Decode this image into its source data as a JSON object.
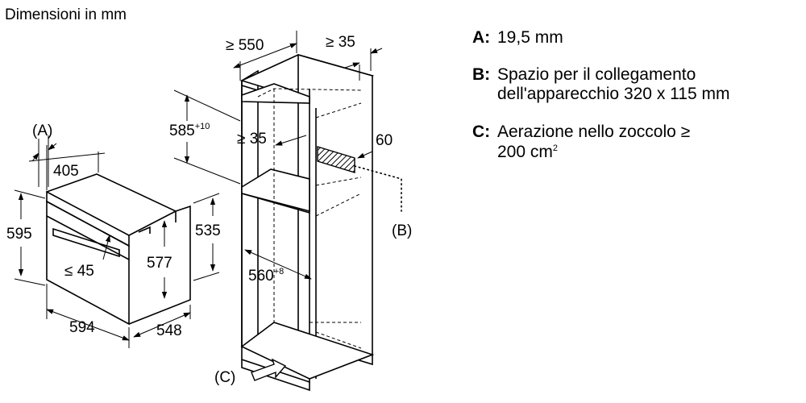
{
  "header": "Dimensioni in mm",
  "dimensions": {
    "oven_a": "(A)",
    "oven_405": "405",
    "oven_595": "595",
    "oven_le45": "≤ 45",
    "oven_577": "577",
    "oven_535": "535",
    "oven_594": "594",
    "oven_548": "548",
    "cab_ge550": "≥ 550",
    "cab_ge35_top": "≥ 35",
    "cab_585": "585",
    "cab_585_sup": "+10",
    "cab_ge35_mid": "≥ 35",
    "cab_60": "60",
    "cab_b": "(B)",
    "cab_560": "560",
    "cab_560_sup": "+8",
    "cab_c": "(C)"
  },
  "legend": {
    "a_key": "A:",
    "a_text": "19,5 mm",
    "b_key": "B:",
    "b_line1": "Spazio per il collegamento",
    "b_line2": "dell'apparecchio 320 x 115 mm",
    "c_key": "C:",
    "c_line1": "Aerazione nello zoccolo ≥",
    "c_line2": "200 cm",
    "c_line2_sup": "2"
  }
}
